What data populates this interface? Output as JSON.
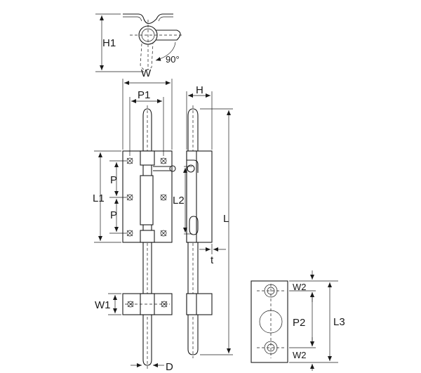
{
  "labels": {
    "h1": "H1",
    "angle": "90°",
    "w": "W",
    "p1": "P1",
    "h": "H",
    "l1": "L1",
    "p_upper": "P",
    "p_lower": "P",
    "l2": "L2",
    "l": "L",
    "t": "t",
    "w1": "W1",
    "d": "D",
    "w2_top": "W2",
    "p2": "P2",
    "l3": "L3",
    "w2_bottom": "W2"
  }
}
